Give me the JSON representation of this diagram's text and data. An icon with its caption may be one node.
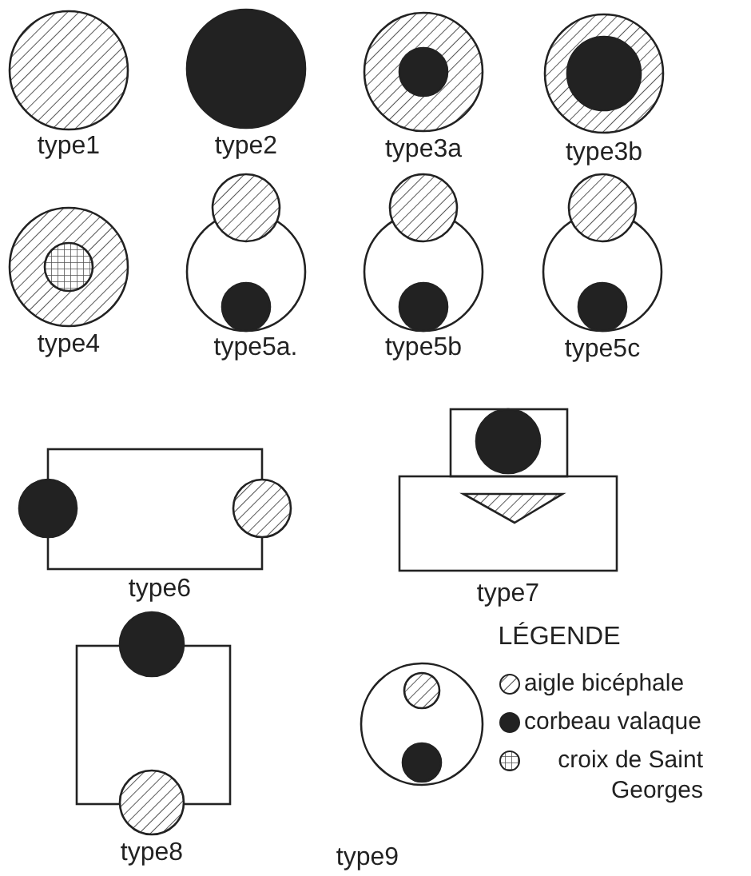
{
  "diagram": {
    "labels": [
      "type1",
      "type2",
      "type3a",
      "type3b",
      "type4",
      "type5a.",
      "type5b",
      "type5c",
      "type6",
      "type7",
      "LÉGENDE",
      "type8",
      "type9"
    ],
    "legend": [
      {
        "text": "aigle bicéphale"
      },
      {
        "text": "corbeau valaque"
      },
      {
        "text": "croix de Saint Georges"
      }
    ]
  }
}
